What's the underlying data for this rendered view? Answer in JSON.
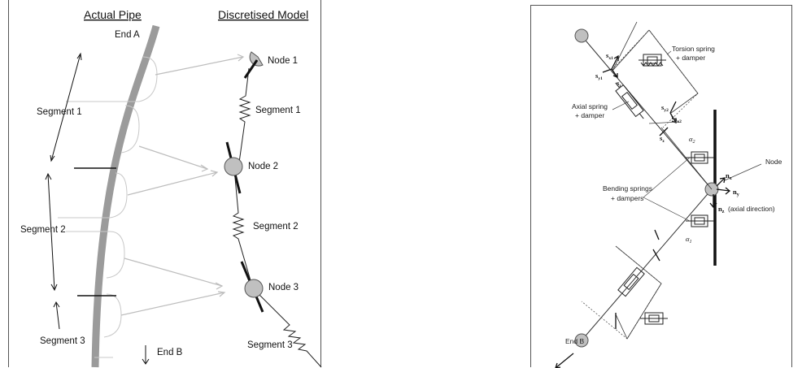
{
  "left_panel": {
    "headers": {
      "actual": "Actual Pipe",
      "discretised": "Discretised Model"
    },
    "end_a": "End A",
    "end_b": "End B",
    "segments_left": [
      "Segment 1",
      "Segment 2",
      "Segment 3"
    ],
    "nodes": [
      "Node 1",
      "Node 2",
      "Node 3"
    ],
    "segments_right": [
      "Segment 1",
      "Segment 2",
      "Segment 3"
    ]
  },
  "right_panel": {
    "torsion_line1": "Torsion spring",
    "torsion_line2": "+ damper",
    "axial_line1": "Axial spring",
    "axial_line2": "+ damper",
    "bending_line1": "Bending springs",
    "bending_line2": "+ dampers",
    "node": "Node",
    "end_b": "End B",
    "tau": "τ",
    "alpha2": "α",
    "alpha2_sub": "2",
    "alpha1": "α",
    "alpha1_sub": "1",
    "nx": "n",
    "nx_sub": "x",
    "ny": "n",
    "ny_sub": "y",
    "nz": "n",
    "nz_sub": "z",
    "nz_note": "(axial direction)",
    "s": "s",
    "sub_x1": "x1",
    "sub_y1": "y1",
    "sub_z": "z",
    "sub_y2": "y2",
    "sub_x2": "x2"
  }
}
